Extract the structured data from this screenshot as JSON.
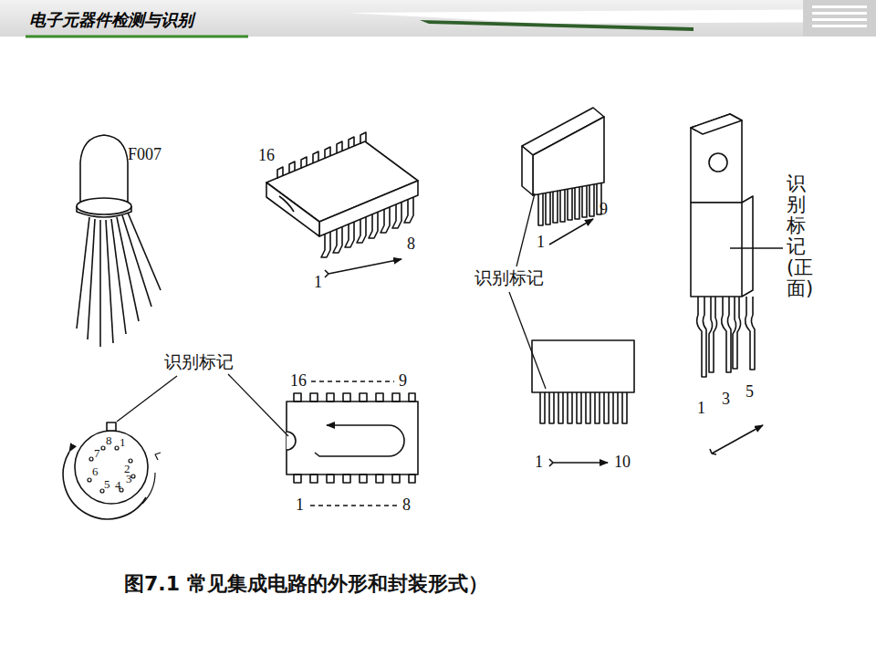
{
  "diagram": {
    "title": "电子元器件检测与识别",
    "caption": "图7.1 常见集成电路的外形和封装形式）",
    "labels": [
      "F007",
      "16",
      "8",
      "1",
      "9",
      "1",
      "识别标记",
      "识别标记",
      "16",
      "9",
      "1",
      "8",
      "8",
      "1",
      "7",
      "2",
      "6",
      "5",
      "4",
      "3",
      "1",
      "10",
      "1",
      "3",
      "5",
      "识别标记(正面)"
    ]
  }
}
